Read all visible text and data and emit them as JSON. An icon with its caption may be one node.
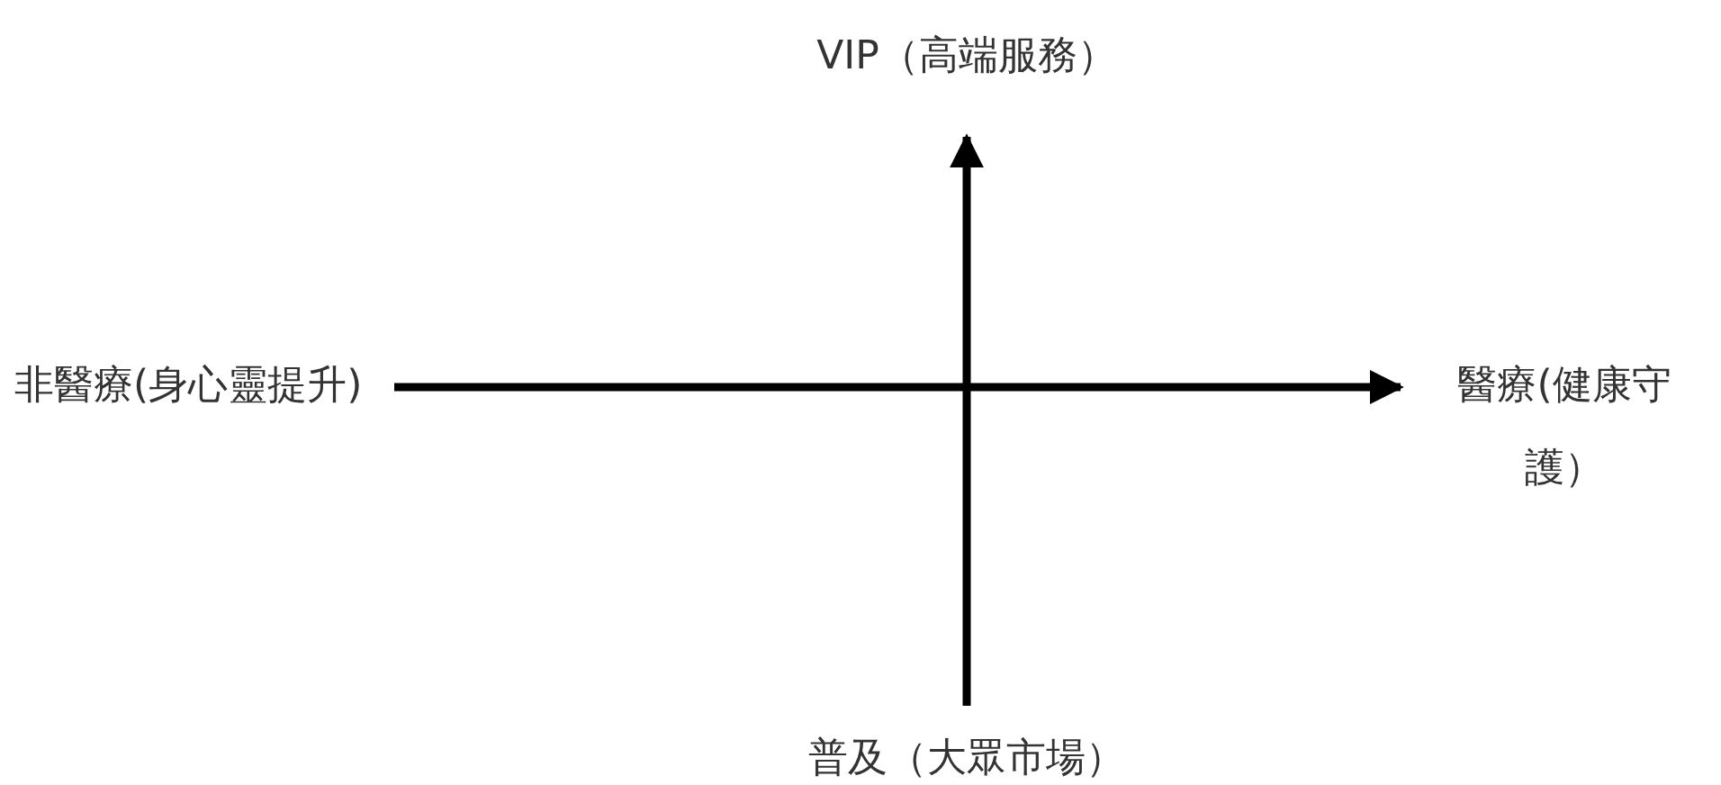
{
  "diagram": {
    "nodes": [
      {
        "text": [
          "VIP（高端服務）"
        ]
      },
      {
        "text": [
          "非醫療(身心靈提升)"
        ]
      },
      {
        "text": [
          "醫療(健康守護）"
        ]
      },
      {
        "text": [
          "普及（大眾市場）"
        ]
      }
    ],
    "edges": [
      {
        "from": 1,
        "to": 2,
        "arrow": "to"
      },
      {
        "from": 3,
        "to": 0,
        "arrow": "to"
      }
    ]
  }
}
